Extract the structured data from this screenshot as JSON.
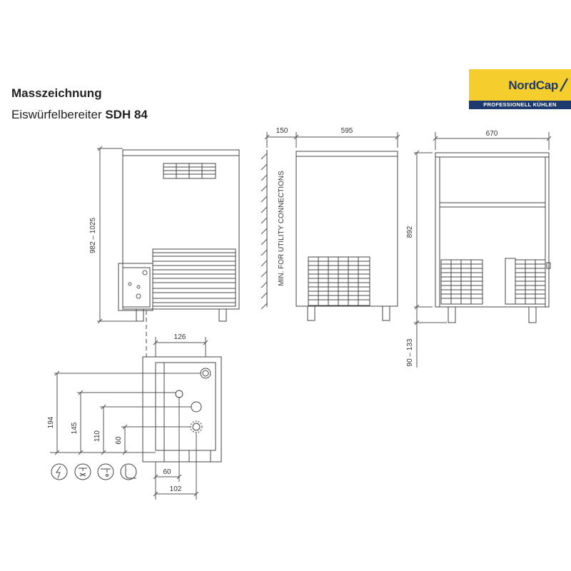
{
  "header": {
    "title": "Masszeichnung",
    "subtitle_prefix": "Eiswürfelbereiter ",
    "subtitle_model": "SDH 84"
  },
  "logo": {
    "brand": "NordCap",
    "tagline": "PROFESSIONELL KÜHLEN",
    "colors": {
      "yellow": "#f5cd2c",
      "navy": "#1d3a6e"
    }
  },
  "dimensions": {
    "height_range": "982 – 1025",
    "wall_clearance": "150",
    "depth": "595",
    "width": "670",
    "body_height": "892",
    "leg_range": "90 – 133",
    "detail_width": "126",
    "conn_1": "194",
    "conn_2": "145",
    "conn_3": "110",
    "conn_4": "60",
    "bottom_1": "60",
    "bottom_2": "102"
  },
  "wall_label": "MIN. FOR UTILITY CONNECTIONS",
  "connection_icons": [
    "power-icon",
    "water-inlet-icon",
    "drain-icon",
    "drain-outlet-icon"
  ]
}
